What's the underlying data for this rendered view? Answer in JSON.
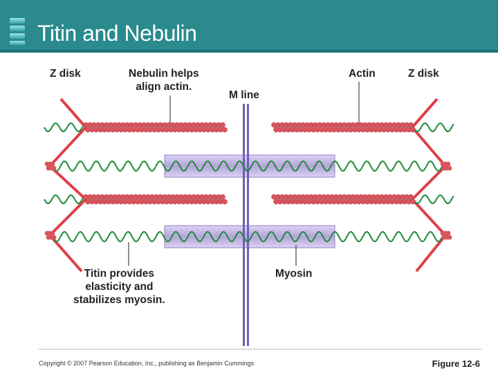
{
  "header": {
    "title": "Titin and Nebulin"
  },
  "labels": {
    "z_disk_left": "Z disk",
    "nebulin_line1": "Nebulin helps",
    "nebulin_line2": "align actin.",
    "m_line": "M line",
    "actin": "Actin",
    "z_disk_right": "Z disk",
    "titin_line1": "Titin provides",
    "titin_line2": "elasticity and",
    "titin_line3": "stabilizes myosin.",
    "myosin": "Myosin"
  },
  "footer": {
    "copyright": "Copyright © 2007 Pearson Education, Inc., publishing as Benjamin Cummings",
    "figure": "Figure 12-6"
  },
  "colors": {
    "header": "#2a8a8d",
    "z_disk": "#e0404a",
    "actin_bead": "#d9545c",
    "titin": "#1e8a3a",
    "myosin": "#b7a6dc",
    "m_line": "#6e5fb8"
  }
}
